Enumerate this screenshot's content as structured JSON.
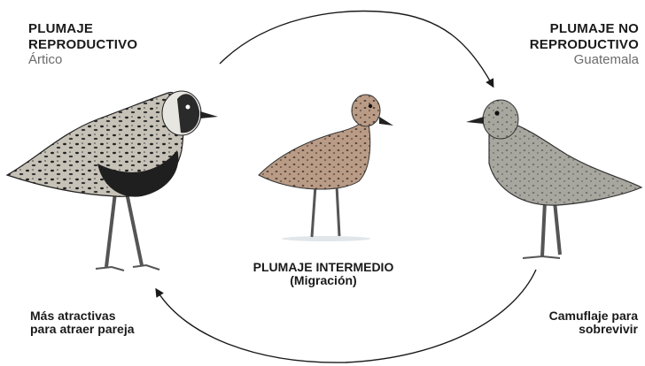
{
  "stages": {
    "left": {
      "title_1": "PLUMAJE",
      "title_2": "REPRODUCTIVO",
      "place": "Ártico"
    },
    "right": {
      "title_1": "PLUMAJE NO",
      "title_2": "REPRODUCTIVO",
      "place": "Guatemala"
    },
    "middle": {
      "title_1": "PLUMAJE INTERMEDIO",
      "title_2": "(Migración)"
    }
  },
  "captions": {
    "left_1": "Más atractivas",
    "left_2": "para atraer pareja",
    "right_1": "Camuflaje para",
    "right_2": "sobrevivir"
  },
  "colors": {
    "text": "#1a1a1a",
    "place_text": "#6b6b6b",
    "arrow": "#1a1a1a"
  },
  "icons": [
    "bird-breeding-icon",
    "bird-intermediate-icon",
    "bird-nonbreeding-icon",
    "cycle-arrow-top",
    "cycle-arrow-bottom"
  ]
}
